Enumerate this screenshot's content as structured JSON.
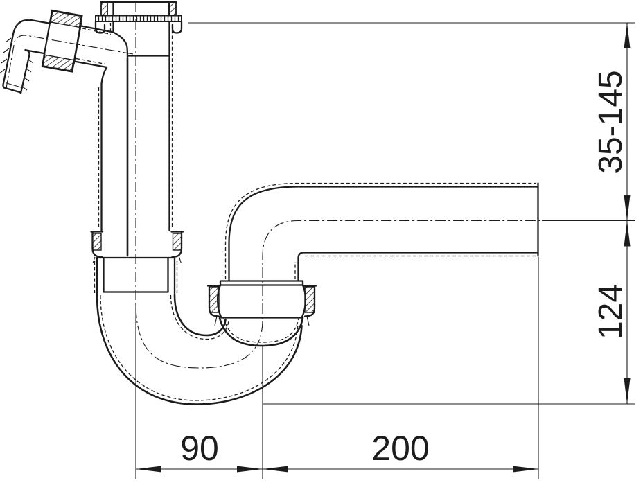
{
  "drawing": {
    "type": "technical-drawing",
    "subject": "pipe-trap-siphon-with-hose-connection",
    "units_shown": "mm",
    "colors": {
      "line": "#1c1c1c",
      "background": "#ffffff"
    },
    "dimensions": {
      "adjustable_height": "35-145",
      "outlet_drop": "124",
      "trap_offset": "90",
      "outlet_reach": "200"
    }
  }
}
